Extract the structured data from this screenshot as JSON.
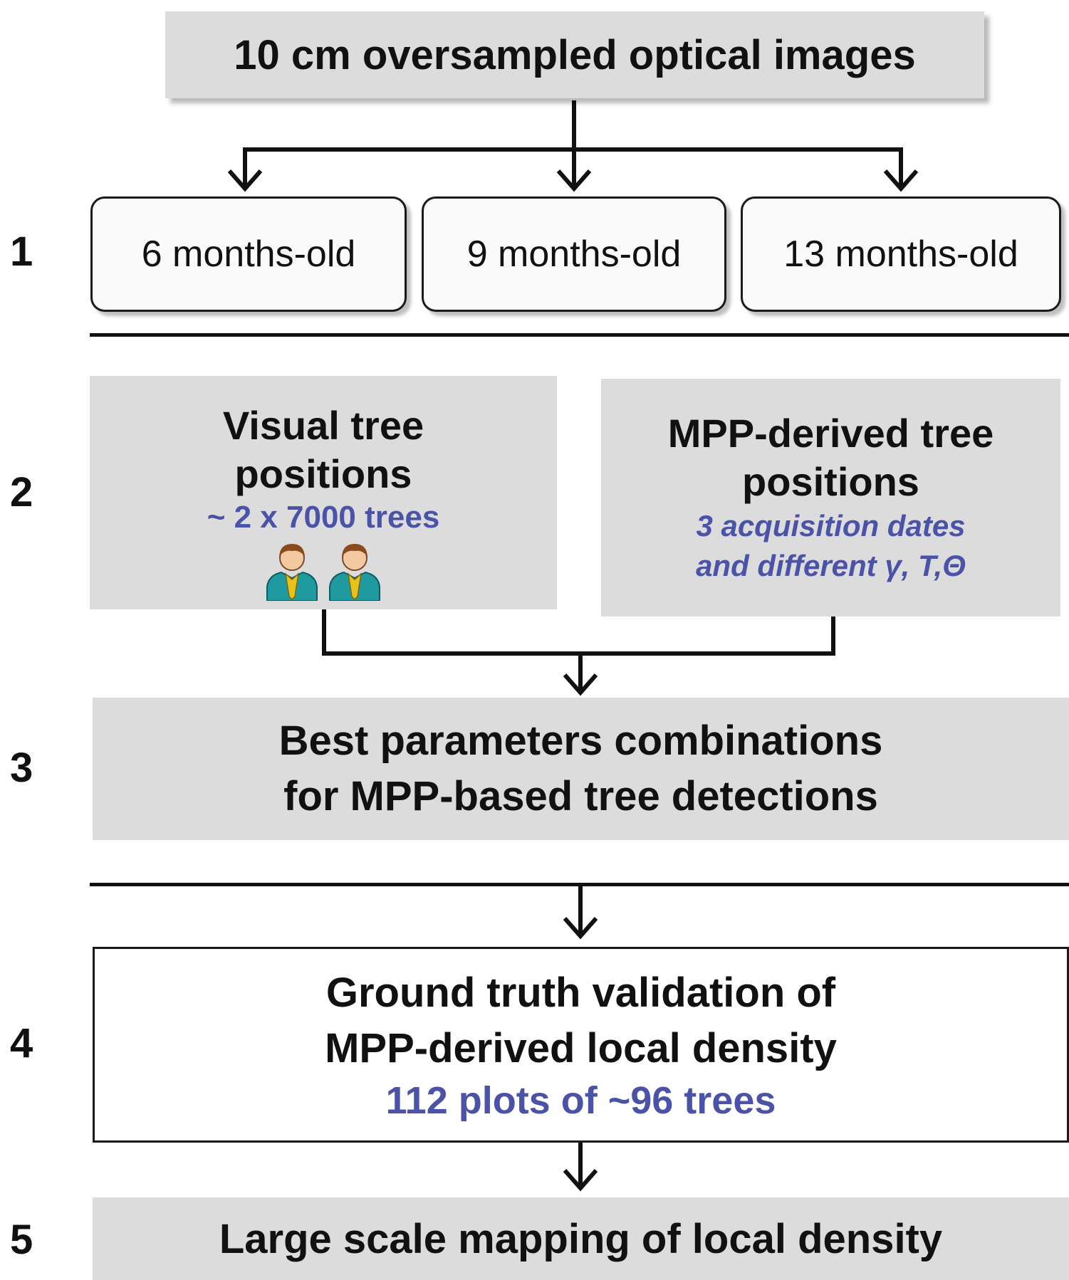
{
  "top": {
    "title": "10 cm oversampled optical images"
  },
  "ages": [
    {
      "label": "6 months-old"
    },
    {
      "label": "9 months-old"
    },
    {
      "label": "13 months-old"
    }
  ],
  "steps": [
    "1",
    "2",
    "3",
    "4",
    "5"
  ],
  "visual": {
    "title_line1": "Visual tree",
    "title_line2": "positions",
    "note": "~ 2 x 7000 trees"
  },
  "mpp": {
    "title_line1": "MPP-derived tree",
    "title_line2": "positions",
    "note_line1": "3 acquisition dates",
    "note_line2": "and different γ, T,Θ"
  },
  "best": {
    "line1": "Best parameters combinations",
    "line2": "for MPP-based tree detections"
  },
  "ground": {
    "line1": "Ground truth validation of",
    "line2": "MPP-derived local density",
    "note": "112 plots of ~96 trees"
  },
  "mapping": {
    "title": "Large scale mapping of local density"
  },
  "colors": {
    "box_grey": "#dcdcdc",
    "note_blue": "#4a53a8",
    "person_teal": "#1e9aa0",
    "tie_yellow": "#e8c21a"
  },
  "icons": [
    "person-icon",
    "person-icon"
  ]
}
